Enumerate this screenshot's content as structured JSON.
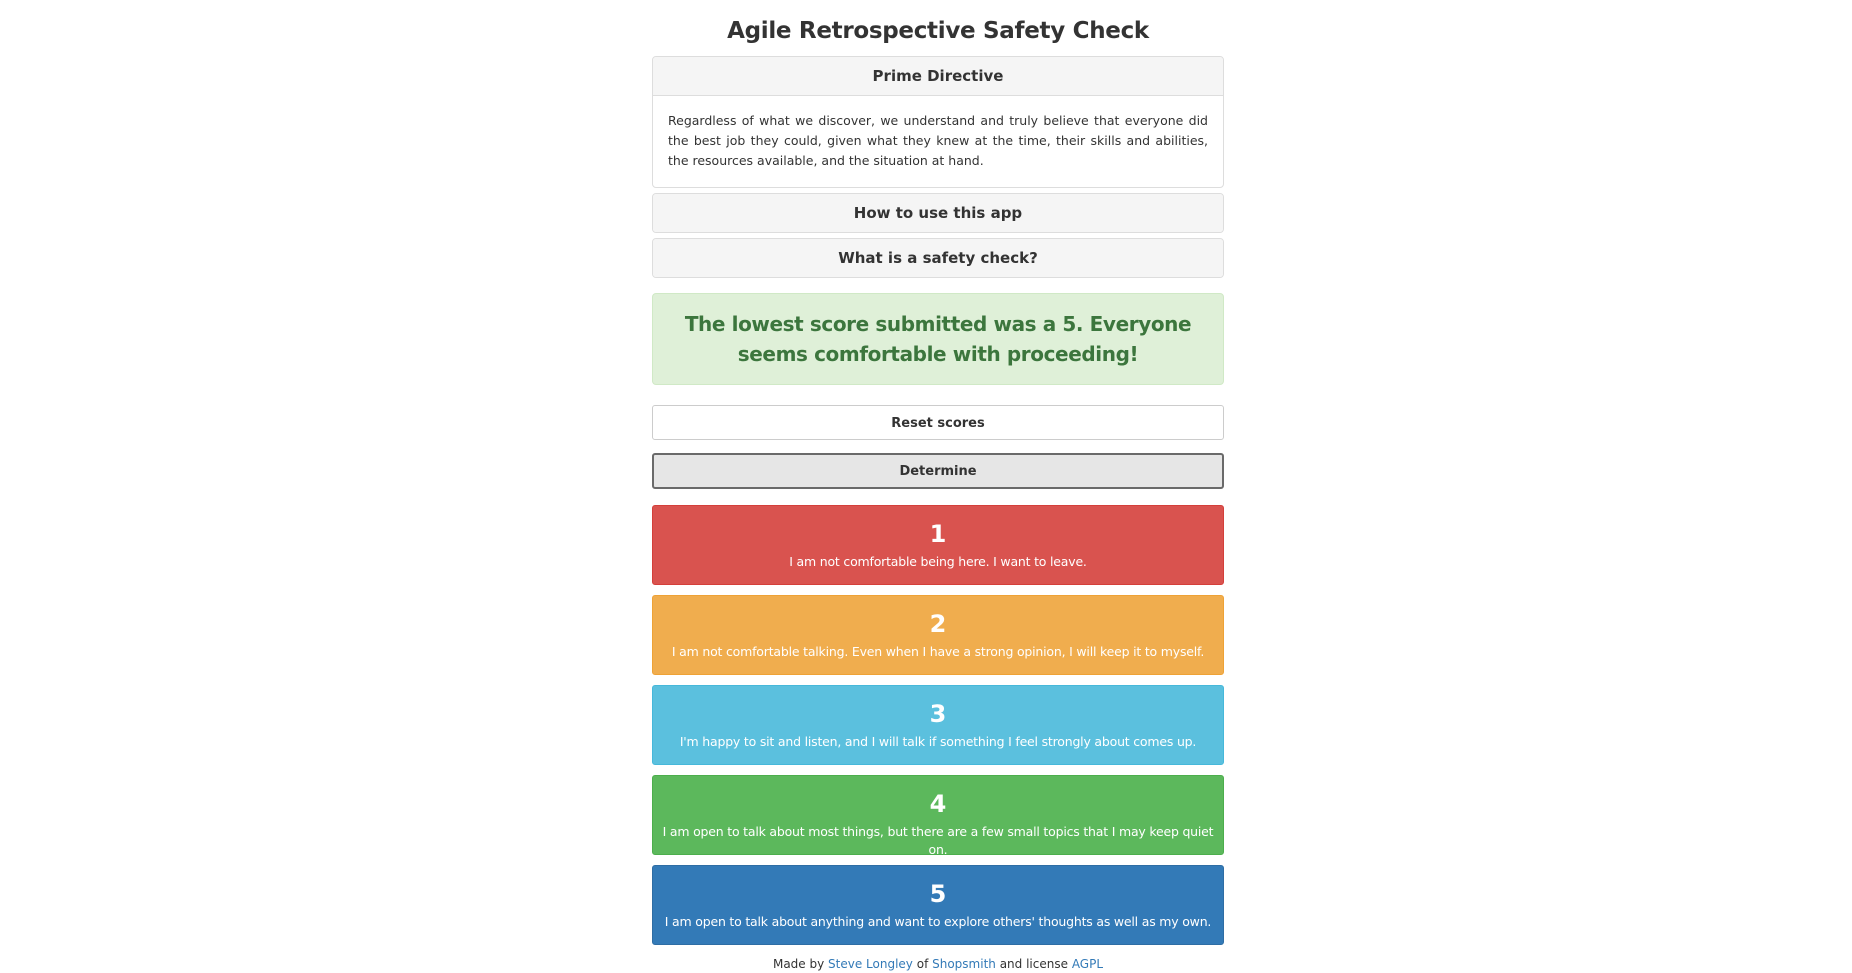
{
  "page": {
    "title": "Agile Retrospective Safety Check"
  },
  "panels": [
    {
      "heading": "Prime Directive",
      "body": "Regardless of what we discover, we understand and truly believe that everyone did the best job they could, given what they knew at the time, their skills and abilities, the resources available, and the situation at hand."
    },
    {
      "heading": "How to use this app"
    },
    {
      "heading": "What is a safety check?"
    }
  ],
  "result": {
    "message": "The lowest score submitted was a 5. Everyone seems comfortable with proceeding!"
  },
  "actions": {
    "reset_label": "Reset scores",
    "determine_label": "Determine"
  },
  "scores": [
    {
      "value": "1",
      "text": "I am not comfortable being here. I want to leave.",
      "color": "#d9534f",
      "border": "#d43f3a"
    },
    {
      "value": "2",
      "text": "I am not comfortable talking. Even when I have a strong opinion, I will keep it to myself.",
      "color": "#f0ad4e",
      "border": "#eea236"
    },
    {
      "value": "3",
      "text": "I'm happy to sit and listen, and I will talk if something I feel strongly about comes up.",
      "color": "#5bc0de",
      "border": "#46b8da"
    },
    {
      "value": "4",
      "text": "I am open to talk about most things, but there are a few small topics that I may keep quiet on.",
      "color": "#5cb85c",
      "border": "#4cae4c"
    },
    {
      "value": "5",
      "text": "I am open to talk about anything and want to explore others' thoughts as well as my own.",
      "color": "#337ab7",
      "border": "#2e6da4"
    }
  ],
  "footer": {
    "prefix": "Made by ",
    "link1": "Steve Longley",
    "middle": " of ",
    "link2": "Shopsmith",
    "tail": " and license ",
    "link3": "AGPL"
  }
}
